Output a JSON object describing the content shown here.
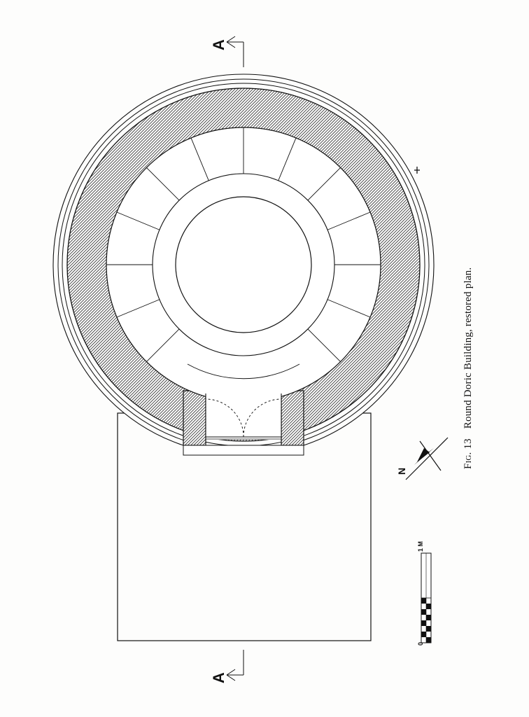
{
  "figure": {
    "fig_label": "Fig. 13",
    "caption": "Round Doric Building, restored plan."
  },
  "section_marks": {
    "top": "A",
    "bottom": "A"
  },
  "north_arrow": {
    "label": "N"
  },
  "scale_bar": {
    "start_label": "0",
    "end_label": "1 M"
  },
  "colors": {
    "ink": "#111111",
    "paper": "#fdfdfc"
  }
}
